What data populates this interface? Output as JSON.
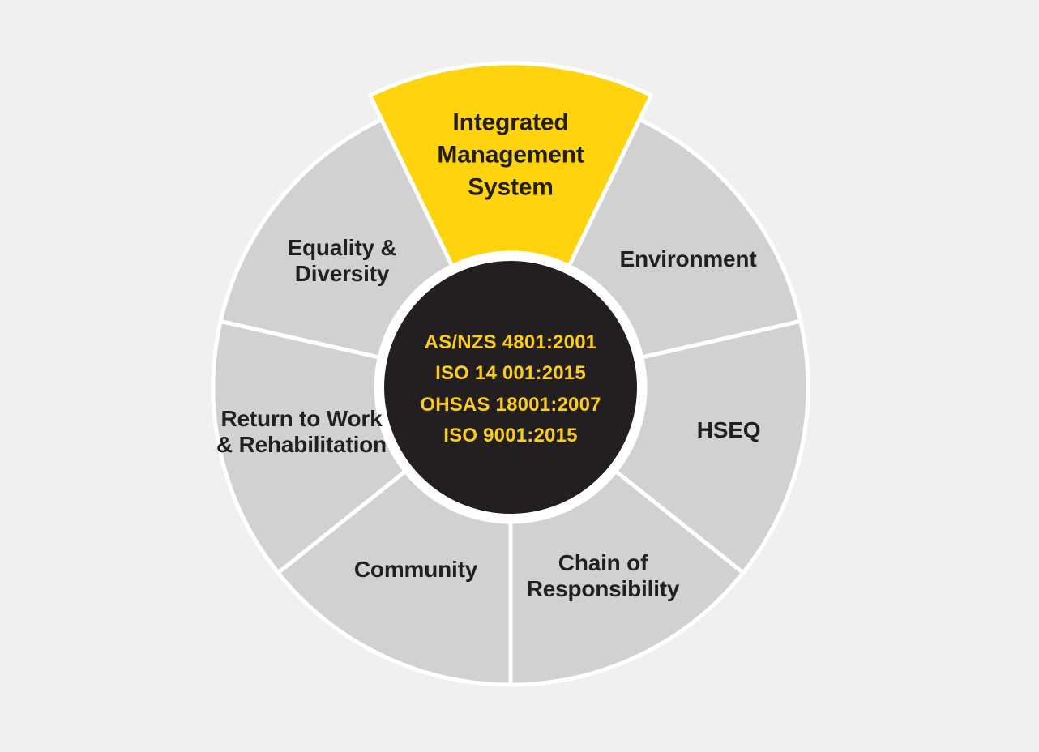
{
  "colors": {
    "background": "#F0F0EF",
    "segment_gray": "#D1D1D1",
    "segment_yellow": "#FFD30E",
    "center_dark": "#231F20",
    "divider_white": "#FFFFFF",
    "text_dark": "#231F20",
    "standards_yellow": "#FACC1E"
  },
  "wheel": {
    "highlight_segment": {
      "label": "Integrated\nManagement\nSystem"
    },
    "segments": [
      {
        "label": "Environment"
      },
      {
        "label": "HSEQ"
      },
      {
        "label": "Chain of\nResponsibility"
      },
      {
        "label": "Community"
      },
      {
        "label": "Return to Work\n& Rehabilitation"
      },
      {
        "label": "Equality &\nDiversity"
      }
    ],
    "center": {
      "standards": [
        "AS/NZS 4801:2001",
        "ISO 14 001:2015",
        "OHSAS 18001:2007",
        "ISO 9001:2015"
      ]
    }
  }
}
